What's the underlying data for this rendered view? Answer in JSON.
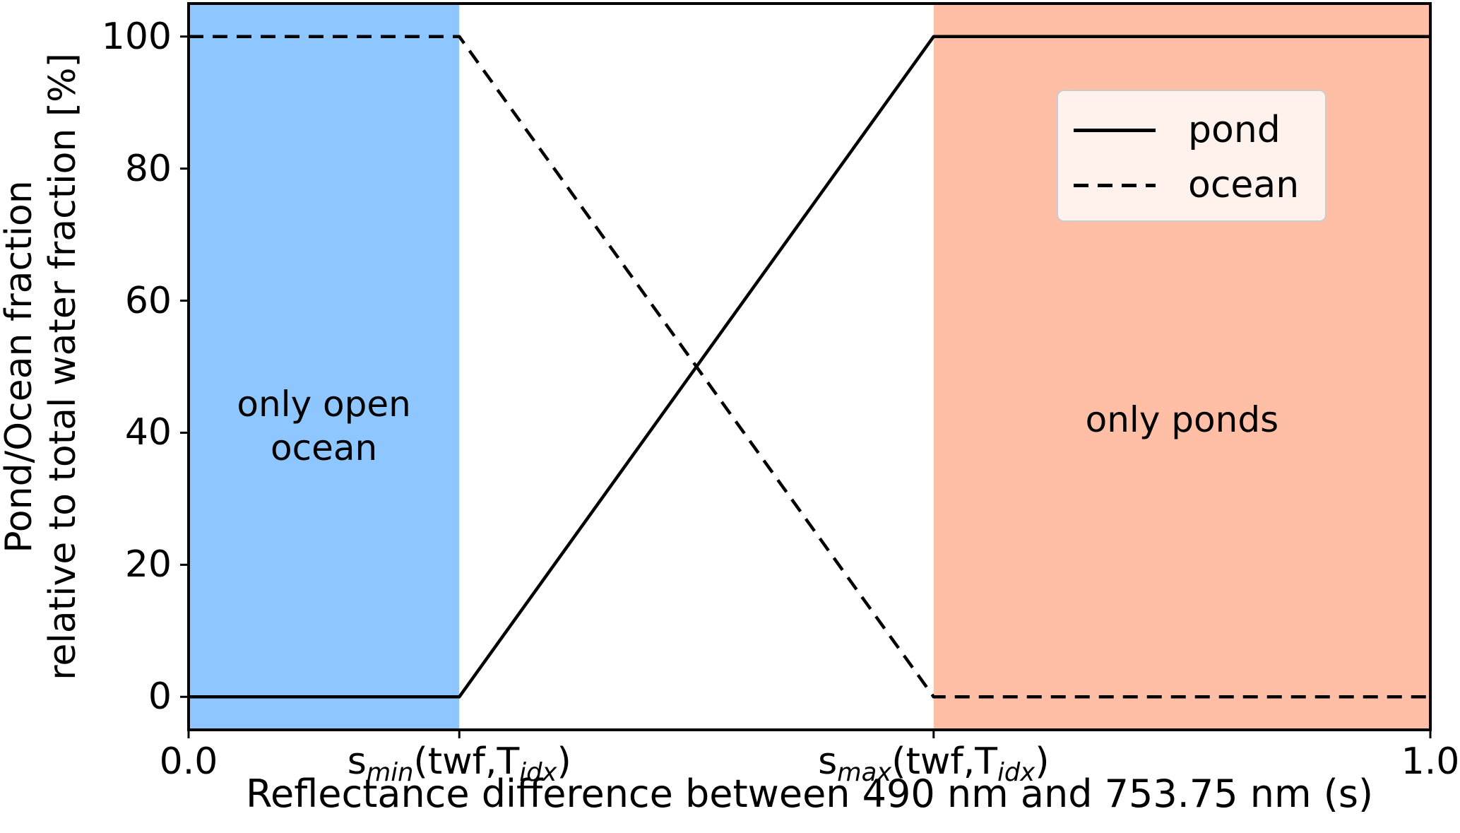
{
  "chart_data": {
    "type": "line",
    "title": "",
    "xlabel": "Reflectance difference between 490 nm and 753.75 nm (s)",
    "ylabel_lines": [
      "Pond/Ocean fraction",
      "relative to total water fraction [%]"
    ],
    "xlim": [
      0.0,
      1.0
    ],
    "ylim": [
      -5,
      105
    ],
    "grid": false,
    "legend_position": "upper right",
    "x_breakpoints": {
      "s_min": 0.218,
      "s_max": 0.6
    },
    "series": [
      {
        "name": "pond",
        "style": "solid",
        "color": "#000000",
        "points": [
          [
            0.0,
            0
          ],
          [
            0.218,
            0
          ],
          [
            0.6,
            100
          ],
          [
            1.0,
            100
          ]
        ]
      },
      {
        "name": "ocean",
        "style": "dashed",
        "color": "#000000",
        "points": [
          [
            0.0,
            100
          ],
          [
            0.218,
            100
          ],
          [
            0.6,
            0
          ],
          [
            1.0,
            0
          ]
        ]
      }
    ],
    "x_ticks": [
      {
        "v": 0.0,
        "parts": [
          {
            "t": "0.0"
          }
        ]
      },
      {
        "v": 0.218,
        "parts": [
          {
            "t": "s"
          },
          {
            "t": "min",
            "sub": true,
            "italic": true
          },
          {
            "t": "(twf,T"
          },
          {
            "t": "idx",
            "sub": true,
            "italic": true
          },
          {
            "t": ")"
          }
        ]
      },
      {
        "v": 0.6,
        "parts": [
          {
            "t": "s"
          },
          {
            "t": "max",
            "sub": true,
            "italic": true
          },
          {
            "t": "(twf,T"
          },
          {
            "t": "idx",
            "sub": true,
            "italic": true
          },
          {
            "t": ")"
          }
        ]
      },
      {
        "v": 1.0,
        "parts": [
          {
            "t": "1.0"
          }
        ]
      }
    ],
    "y_ticks": [
      {
        "v": 0,
        "label": "0"
      },
      {
        "v": 20,
        "label": "20"
      },
      {
        "v": 40,
        "label": "40"
      },
      {
        "v": 60,
        "label": "60"
      },
      {
        "v": 80,
        "label": "80"
      },
      {
        "v": 100,
        "label": "100"
      }
    ],
    "regions": [
      {
        "name": "only-open-ocean",
        "from": 0.0,
        "to": 0.218,
        "color": "#8EC6FF",
        "label_lines": [
          "only open",
          "ocean"
        ],
        "label_x": 0.109,
        "label_y": 41
      },
      {
        "name": "only-ponds",
        "from": 0.6,
        "to": 1.0,
        "color": "#FFBEA6",
        "label_lines": [
          "only ponds"
        ],
        "label_x": 0.8,
        "label_y": 42
      }
    ],
    "legend": {
      "entries": [
        {
          "label": "pond",
          "style": "solid"
        },
        {
          "label": "ocean",
          "style": "dashed"
        }
      ],
      "background": "#FFF2ED",
      "border": "#CCCCCC"
    },
    "axis_color": "#000000"
  }
}
